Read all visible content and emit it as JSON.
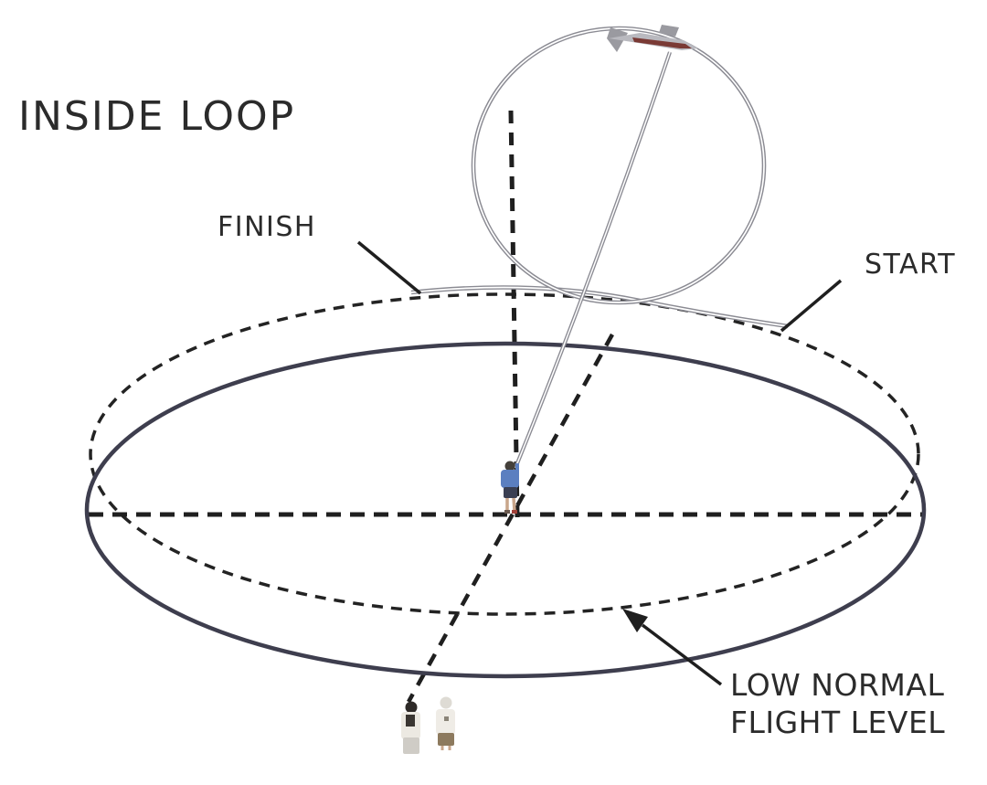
{
  "title": "INSIDE LOOP",
  "labels": {
    "finish": "FINISH",
    "start": "START",
    "low_normal_line1": "LOW NORMAL",
    "low_normal_line2": "FLIGHT LEVEL"
  },
  "colors": {
    "background": "#ffffff",
    "text": "#2b2b2b",
    "ground_circle": "#3e3e4e",
    "dashed_lines": "#1f1f1f",
    "flight_path_gray": "#8b8b93",
    "pilot_shirt": "#5b7fc0",
    "plane_accent": "#7a3a35"
  }
}
